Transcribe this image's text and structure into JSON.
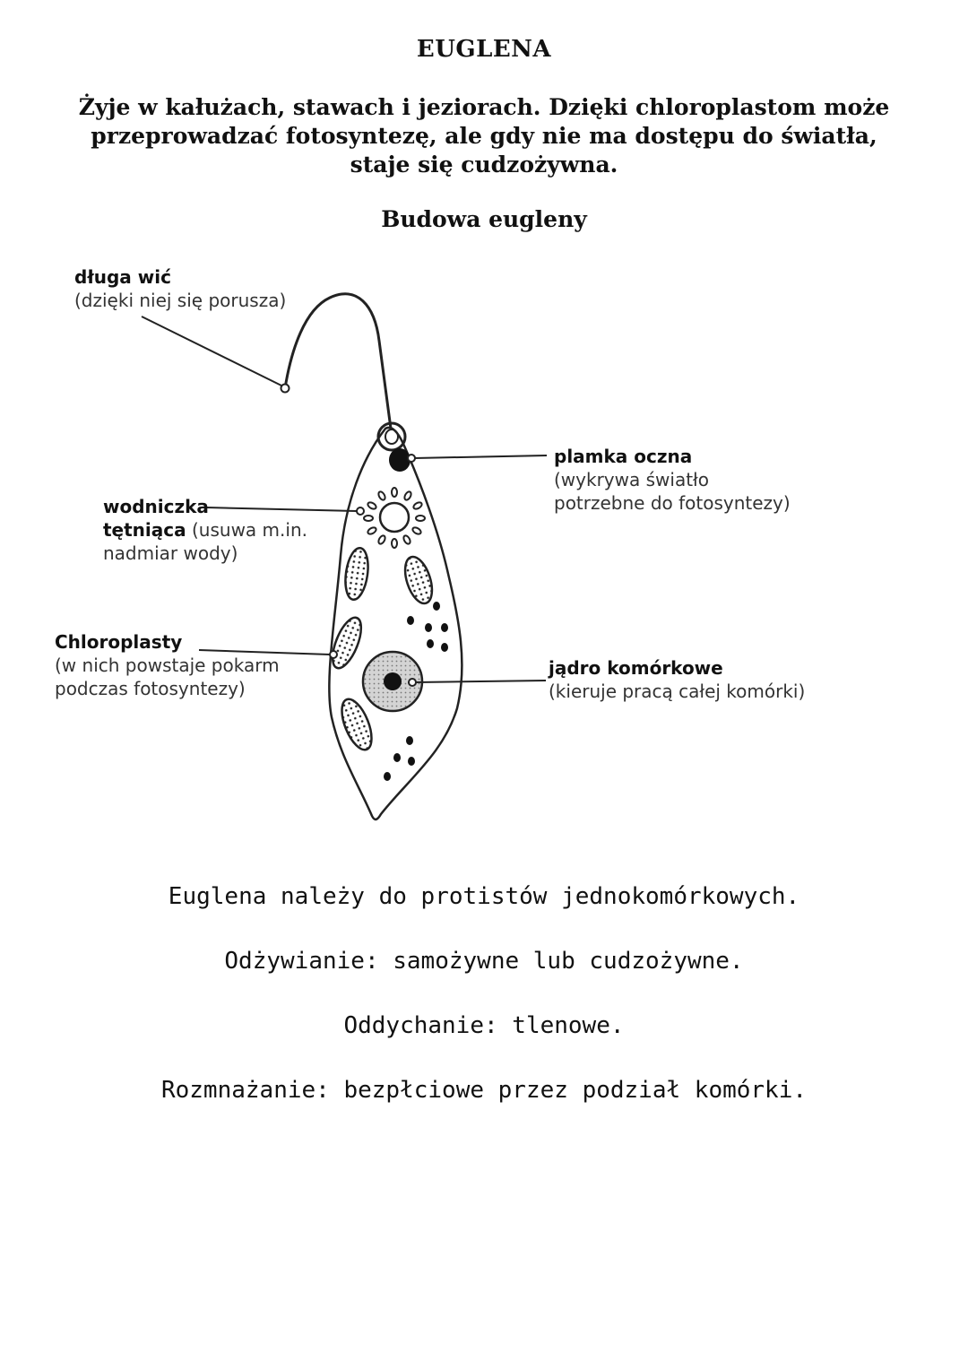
{
  "header": {
    "title": "EUGLENA",
    "intro_lines": [
      "Żyje w kałużach, stawach i jeziorach. Dzięki chloroplastom może",
      "przeprowadzać fotosyntezę, ale gdy nie ma dostępu do światła,",
      "staje się cudzożywna."
    ],
    "subtitle": "Budowa eugleny"
  },
  "diagram": {
    "labels": {
      "flagellum": {
        "name": "długa wić",
        "desc": "(dzięki niej się porusza)"
      },
      "eyespot": {
        "name": "plamka oczna",
        "desc_lines": [
          "(wykrywa światło",
          "potrzebne do fotosyntezy)"
        ]
      },
      "vacuole": {
        "name_line1": "wodniczka",
        "name_line2": "tętniąca",
        "desc_inline": "(usuwa m.in.",
        "desc_line3": "nadmiar wody)"
      },
      "chloroplasts": {
        "name": "Chloroplasty",
        "desc_lines": [
          "(w nich powstaje pokarm",
          "podczas fotosyntezy)"
        ]
      },
      "nucleus": {
        "name": "jądro komórkowe",
        "desc": "(kieruje pracą całej komórki)"
      }
    }
  },
  "facts": [
    "Euglena należy do protistów jednokomórkowych.",
    "Odżywianie: samożywne lub cudzożywne.",
    "Oddychanie: tlenowe.",
    "Rozmnażanie: bezpłciowe przez podział komórki."
  ]
}
